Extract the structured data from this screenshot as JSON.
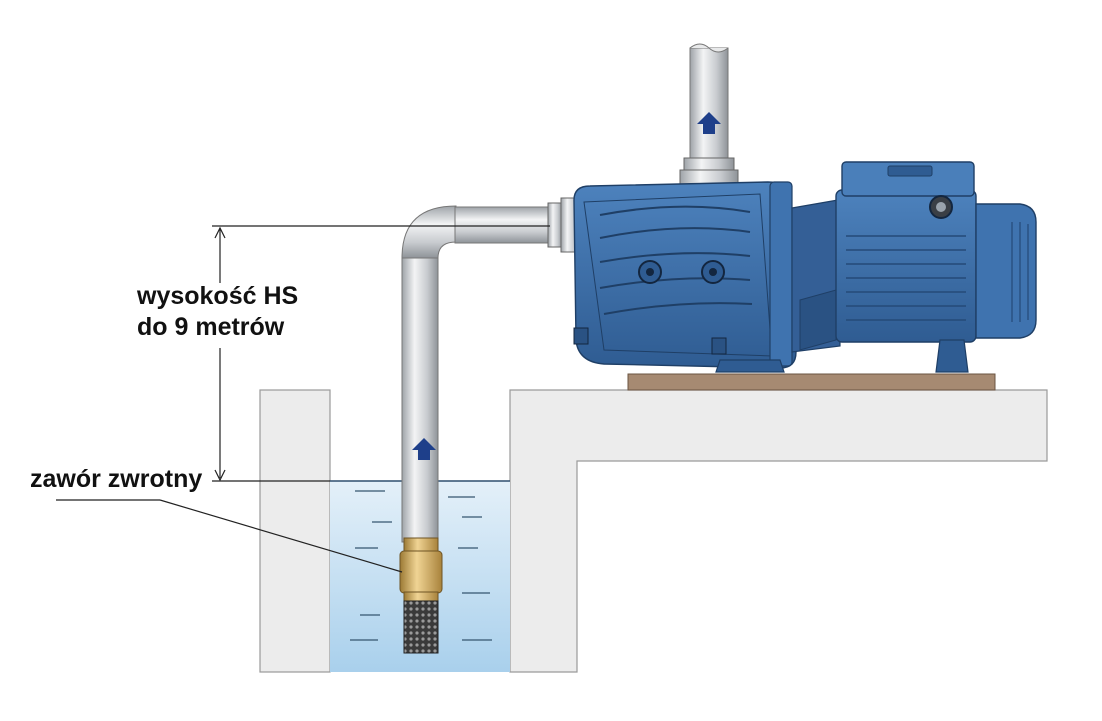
{
  "labels": {
    "height_line1": "wysokość HS",
    "height_line2": "do 9 metrów",
    "valve": "zawór zwrotny"
  },
  "colors": {
    "pump_blue": "#3d6fa8",
    "pump_dark": "#1f3f66",
    "water": "#cfe3f3",
    "pipe": "#d4d7db",
    "brass": "#c9a55a",
    "concrete": "#ededed",
    "base": "#a68a72",
    "arrow": "#1e3f8a"
  },
  "icons": [
    "arrow-up-icon"
  ]
}
